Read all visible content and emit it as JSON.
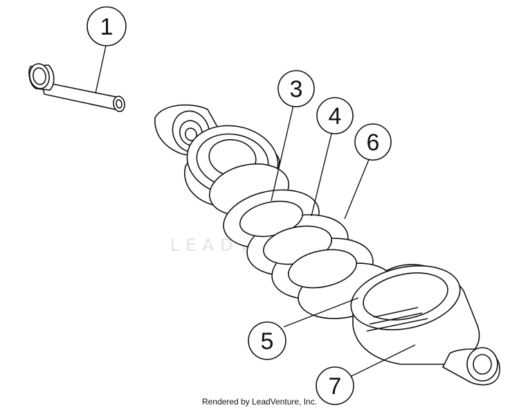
{
  "callouts": [
    {
      "id": "1",
      "label": "1"
    },
    {
      "id": "3",
      "label": "3"
    },
    {
      "id": "4",
      "label": "4"
    },
    {
      "id": "6",
      "label": "6"
    },
    {
      "id": "5",
      "label": "5"
    },
    {
      "id": "7",
      "label": "7"
    }
  ],
  "watermark": "LEADVENTURE",
  "footer": "Rendered by LeadVenture, Inc."
}
